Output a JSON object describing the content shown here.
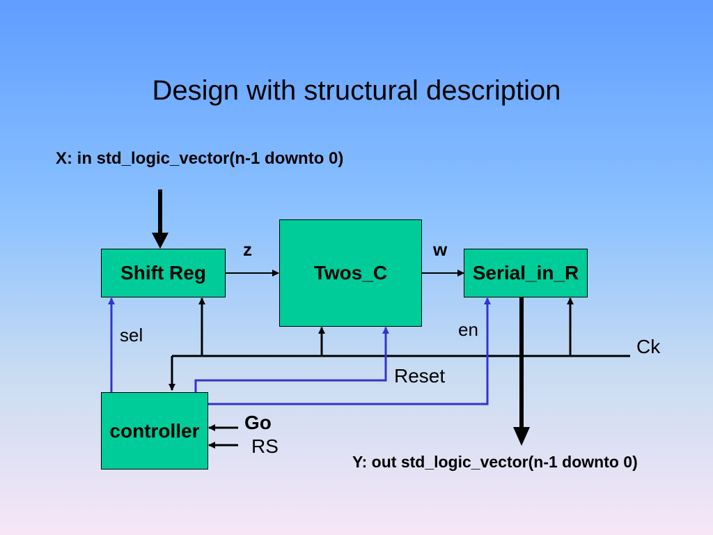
{
  "slide": {
    "title": "Design with structural description"
  },
  "ports": {
    "x_input": "X: in std_logic_vector(n-1 downto 0)",
    "y_output": "Y: out std_logic_vector(n-1 downto 0)"
  },
  "blocks": {
    "shift_reg": "Shift Reg",
    "twos_c": "Twos_C",
    "serial_in_r": "Serial_in_R",
    "controller": "controller"
  },
  "signals": {
    "z": "z",
    "w": "w",
    "sel": "sel",
    "en": "en",
    "ck": "Ck",
    "reset": "Reset",
    "go": "Go",
    "rs": "RS"
  },
  "colors": {
    "block_fill": "#00cc99",
    "control_wire": "#3333cc",
    "data_wire": "#000000"
  }
}
